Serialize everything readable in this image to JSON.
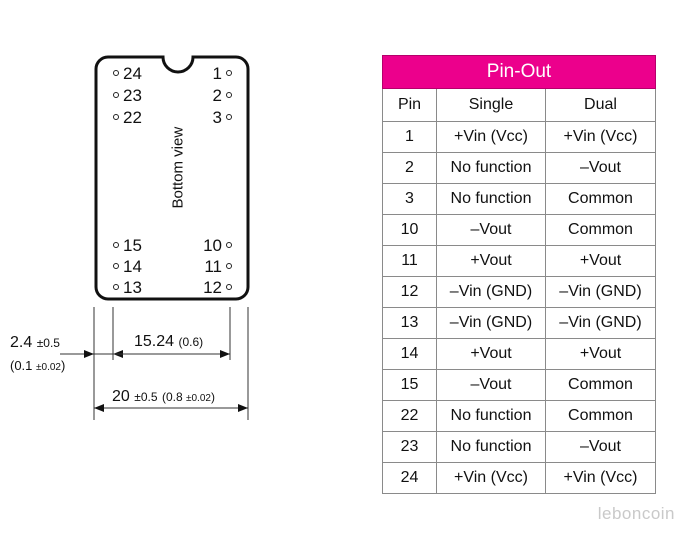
{
  "diagram": {
    "pins_left": [
      "24",
      "23",
      "22",
      "15",
      "14",
      "13"
    ],
    "pins_right": [
      "1",
      "2",
      "3",
      "10",
      "11",
      "12"
    ],
    "view_label": "Bottom view",
    "dim_offset": {
      "value": "2.4",
      "tol": "±0.5",
      "inch_open": "(0.1 ",
      "inch_tol": "±0.02",
      "inch_close": ")"
    },
    "dim_pitch": {
      "value": "15.24",
      "inch": "(0.6)"
    },
    "dim_width": {
      "value": "20",
      "tol": "±0.5",
      "inch_open": "(0.8 ",
      "inch_tol": "±0.02",
      "inch_close": ")"
    }
  },
  "pinout": {
    "title": "Pin-Out",
    "columns": [
      "Pin",
      "Single",
      "Dual"
    ],
    "rows": [
      [
        "1",
        "+Vin (Vcc)",
        "+Vin (Vcc)"
      ],
      [
        "2",
        "No function",
        "–Vout"
      ],
      [
        "3",
        "No function",
        "Common"
      ],
      [
        "10",
        "–Vout",
        "Common"
      ],
      [
        "11",
        "+Vout",
        "+Vout"
      ],
      [
        "12",
        "–Vin (GND)",
        "–Vin (GND)"
      ],
      [
        "13",
        "–Vin (GND)",
        "–Vin (GND)"
      ],
      [
        "14",
        "+Vout",
        "+Vout"
      ],
      [
        "15",
        "–Vout",
        "Common"
      ],
      [
        "22",
        "No function",
        "Common"
      ],
      [
        "23",
        "No function",
        "–Vout"
      ],
      [
        "24",
        "+Vin (Vcc)",
        "+Vin (Vcc)"
      ]
    ]
  },
  "watermark": "leboncoin",
  "colors": {
    "header_bg": "#ec008c",
    "header_text": "#ffffff"
  }
}
